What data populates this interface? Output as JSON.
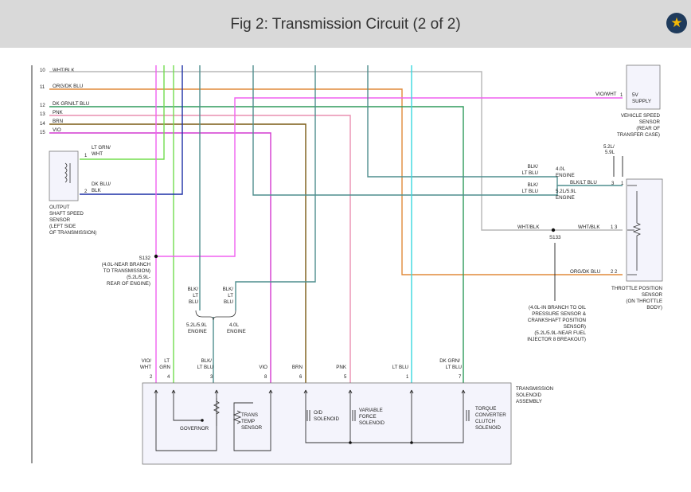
{
  "header": {
    "title": "Fig 2: Transmission Circuit (2 of 2)",
    "bookmark_icon": "star-icon"
  },
  "wire_colors": {
    "wht_blk": "#b7b7b7",
    "org_dk_blu": "#e08a3a",
    "dk_grn_lt_blu": "#2e9a5b",
    "pnk": "#e98fb0",
    "brn": "#7a5a14",
    "vio": "#d43ad0",
    "lt_grn_wht": "#73dd4f",
    "dk_blu_blk": "#1c2fa6",
    "blk_lt_blu": "#4f8e8e",
    "lt_blu": "#39d7df",
    "vio_wht": "#f060f0",
    "blk": "#222222"
  },
  "left_wires": [
    {
      "num": "10",
      "label": "WHT/BLK"
    },
    {
      "num": "11",
      "label": "ORG/DK BLU"
    },
    {
      "num": "12",
      "label": "DK GRN/LT BLU"
    },
    {
      "num": "13",
      "label": "PNK"
    },
    {
      "num": "14",
      "label": "BRN"
    },
    {
      "num": "15",
      "label": "VIO"
    }
  ],
  "output_shaft_sensor": {
    "lines": [
      "OUTPUT",
      "SHAFT SPEED",
      "SENSOR",
      "(LEFT SIDE",
      "OF TRANSMISSION)"
    ],
    "pin1": "1",
    "pin2": "2",
    "wire1": [
      "LT GRN/",
      "WHT"
    ],
    "wire2": [
      "DK BLU/",
      "BLK"
    ]
  },
  "splice_s132": {
    "id": "S132",
    "lines": [
      "(4.0L-NEAR BRANCH",
      "TO TRANSMISSION)",
      "(5.2L/5.9L-",
      "REAR OF ENGINE)"
    ]
  },
  "engine_branch": {
    "wire_a": [
      "BLK/",
      "LT",
      "BLU"
    ],
    "wire_b": [
      "BLK/",
      "LT",
      "BLU"
    ],
    "engine_a": [
      "5.2L/5.9L",
      "ENGINE"
    ],
    "engine_b": [
      "4.0L",
      "ENGINE"
    ]
  },
  "vehicle_speed_sensor": {
    "lines": [
      "VEHICLE SPEED",
      "SENSOR",
      "(REAR OF",
      "TRANSFER CASE)"
    ],
    "supply": [
      "5V",
      "SUPPLY"
    ],
    "wire": "VIO/WHT",
    "pin": "1"
  },
  "right_engine_labels": {
    "wire_4": [
      "BLK/",
      "LT BLU"
    ],
    "wire_52": [
      "BLK/",
      "LT BLU"
    ],
    "eng_4": [
      "4.0L",
      "ENGINE"
    ],
    "eng_52": [
      "5.2L/5.9L",
      "ENGINE"
    ],
    "top": [
      "5.2L/",
      "5.9L"
    ],
    "pins_top": [
      "3",
      "1"
    ]
  },
  "throttle_position_sensor": {
    "lines": [
      "THROTTLE POSITION",
      "SENSOR",
      "(ON THROTTLE",
      "BODY)"
    ],
    "wire_top": "BLK/LT BLU",
    "pin_top": "3  1",
    "wire_mid": "WHT/BLK",
    "pin_mid": "1  3",
    "wire_bot": "ORG/DK BLU",
    "pin_bot": "2  2"
  },
  "splice_s133": {
    "id": "S133",
    "wire": "WHT/BLK",
    "lines": [
      "(4.0L-IN BRANCH TO OIL",
      "PRESSURE SENSOR &",
      "CRANKSHAFT POSITION",
      "SENSOR)",
      "(5.2L/5.9L-NEAR FUEL",
      "INJECTOR 8 BREAKOUT)"
    ]
  },
  "solenoid_assembly": {
    "lines": [
      "TRANSMISSION",
      "SOLENOID",
      "ASSEMBLY"
    ],
    "pins": [
      {
        "wire": [
          "VIO/",
          "WHT"
        ],
        "num": "2"
      },
      {
        "wire": [
          "LT",
          "GRN"
        ],
        "num": "4"
      },
      {
        "wire": [
          "BLK/",
          "LT BLU"
        ],
        "num": "3"
      },
      {
        "wire": [
          "VIO"
        ],
        "num": "8"
      },
      {
        "wire": [
          "BRN"
        ],
        "num": "6"
      },
      {
        "wire": [
          "PNK"
        ],
        "num": "5"
      },
      {
        "wire": [
          "LT BLU"
        ],
        "num": "1"
      },
      {
        "wire": [
          "DK GRN/",
          "LT BLU"
        ],
        "num": "7"
      }
    ],
    "governor": "GOVERNOR",
    "trans_temp": [
      "TRANS",
      "TEMP",
      "SENSOR"
    ],
    "od": [
      "O/D",
      "SOLENOID"
    ],
    "vfs": [
      "VARIABLE",
      "FORCE",
      "SOLENOID"
    ],
    "tcc": [
      "TORQUE",
      "CONVERTER",
      "CLUTCH",
      "SOLENOID"
    ]
  }
}
